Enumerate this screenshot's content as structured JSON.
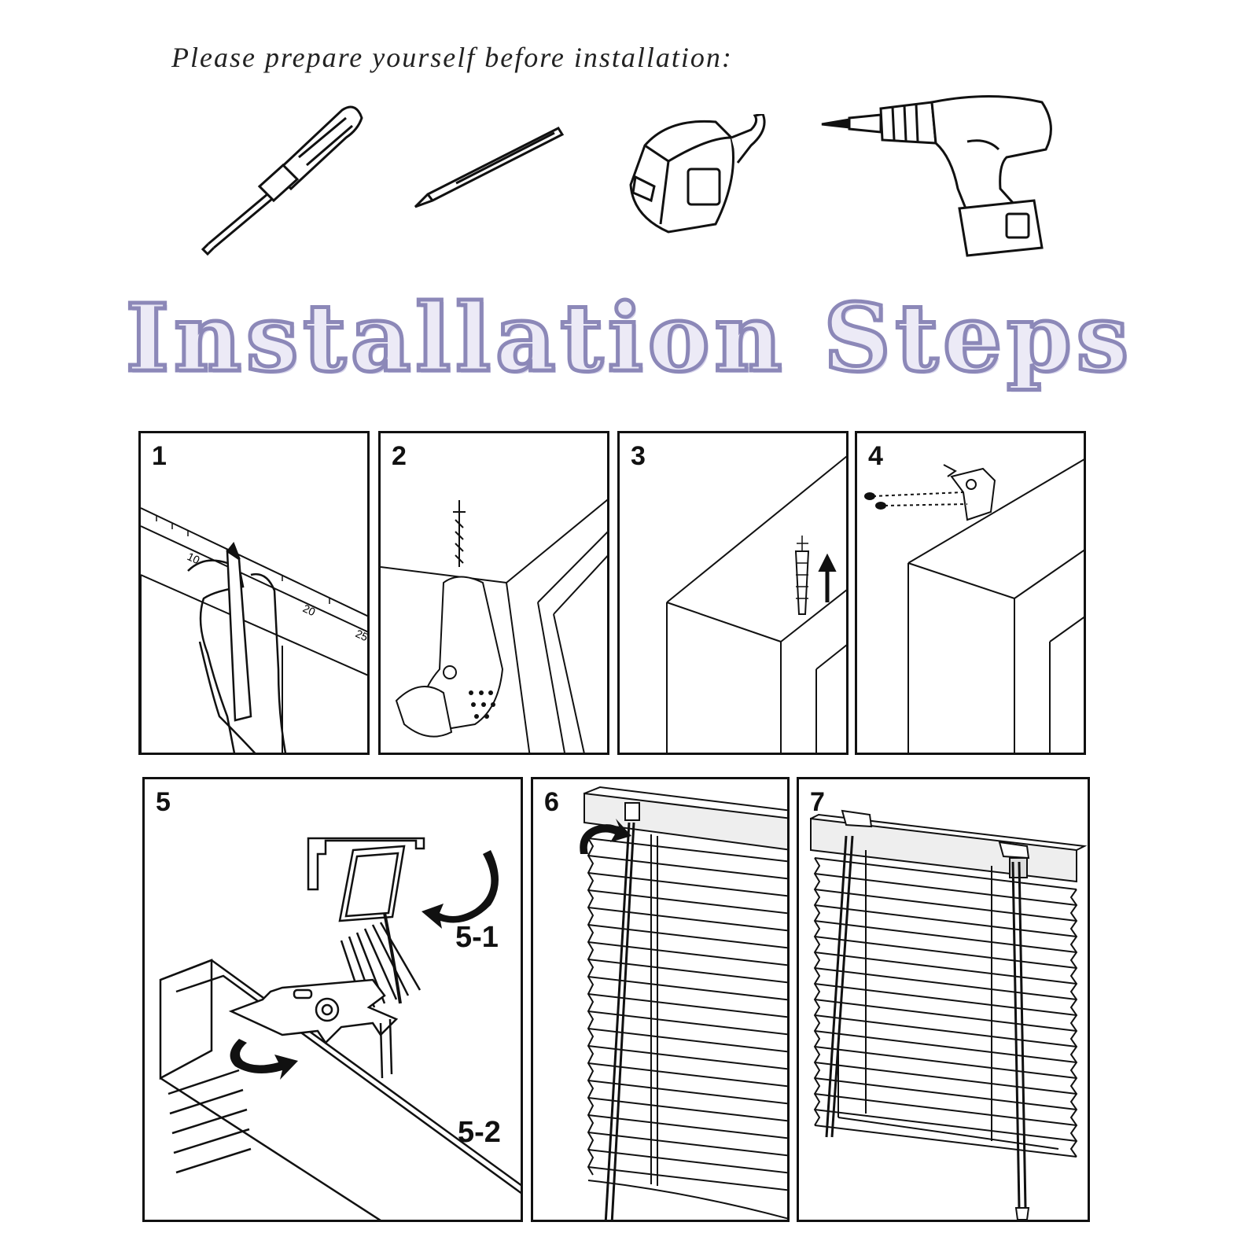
{
  "intro_text": "Please prepare yourself before installation:",
  "tools": [
    {
      "icon": "screwdriver-icon"
    },
    {
      "icon": "pencil-icon"
    },
    {
      "icon": "tape-measure-icon"
    },
    {
      "icon": "drill-icon"
    }
  ],
  "title": "Installation Steps",
  "steps": [
    {
      "number": "1"
    },
    {
      "number": "2"
    },
    {
      "number": "3"
    },
    {
      "number": "4"
    },
    {
      "number": "5",
      "sublabels": [
        "5-1",
        "5-2"
      ]
    },
    {
      "number": "6"
    },
    {
      "number": "7"
    }
  ],
  "ruler_ticks": [
    "10",
    "20",
    "25"
  ],
  "colors": {
    "title_fill": "#eceaf6",
    "title_outline": "#8c88b8",
    "line": "#111111"
  }
}
